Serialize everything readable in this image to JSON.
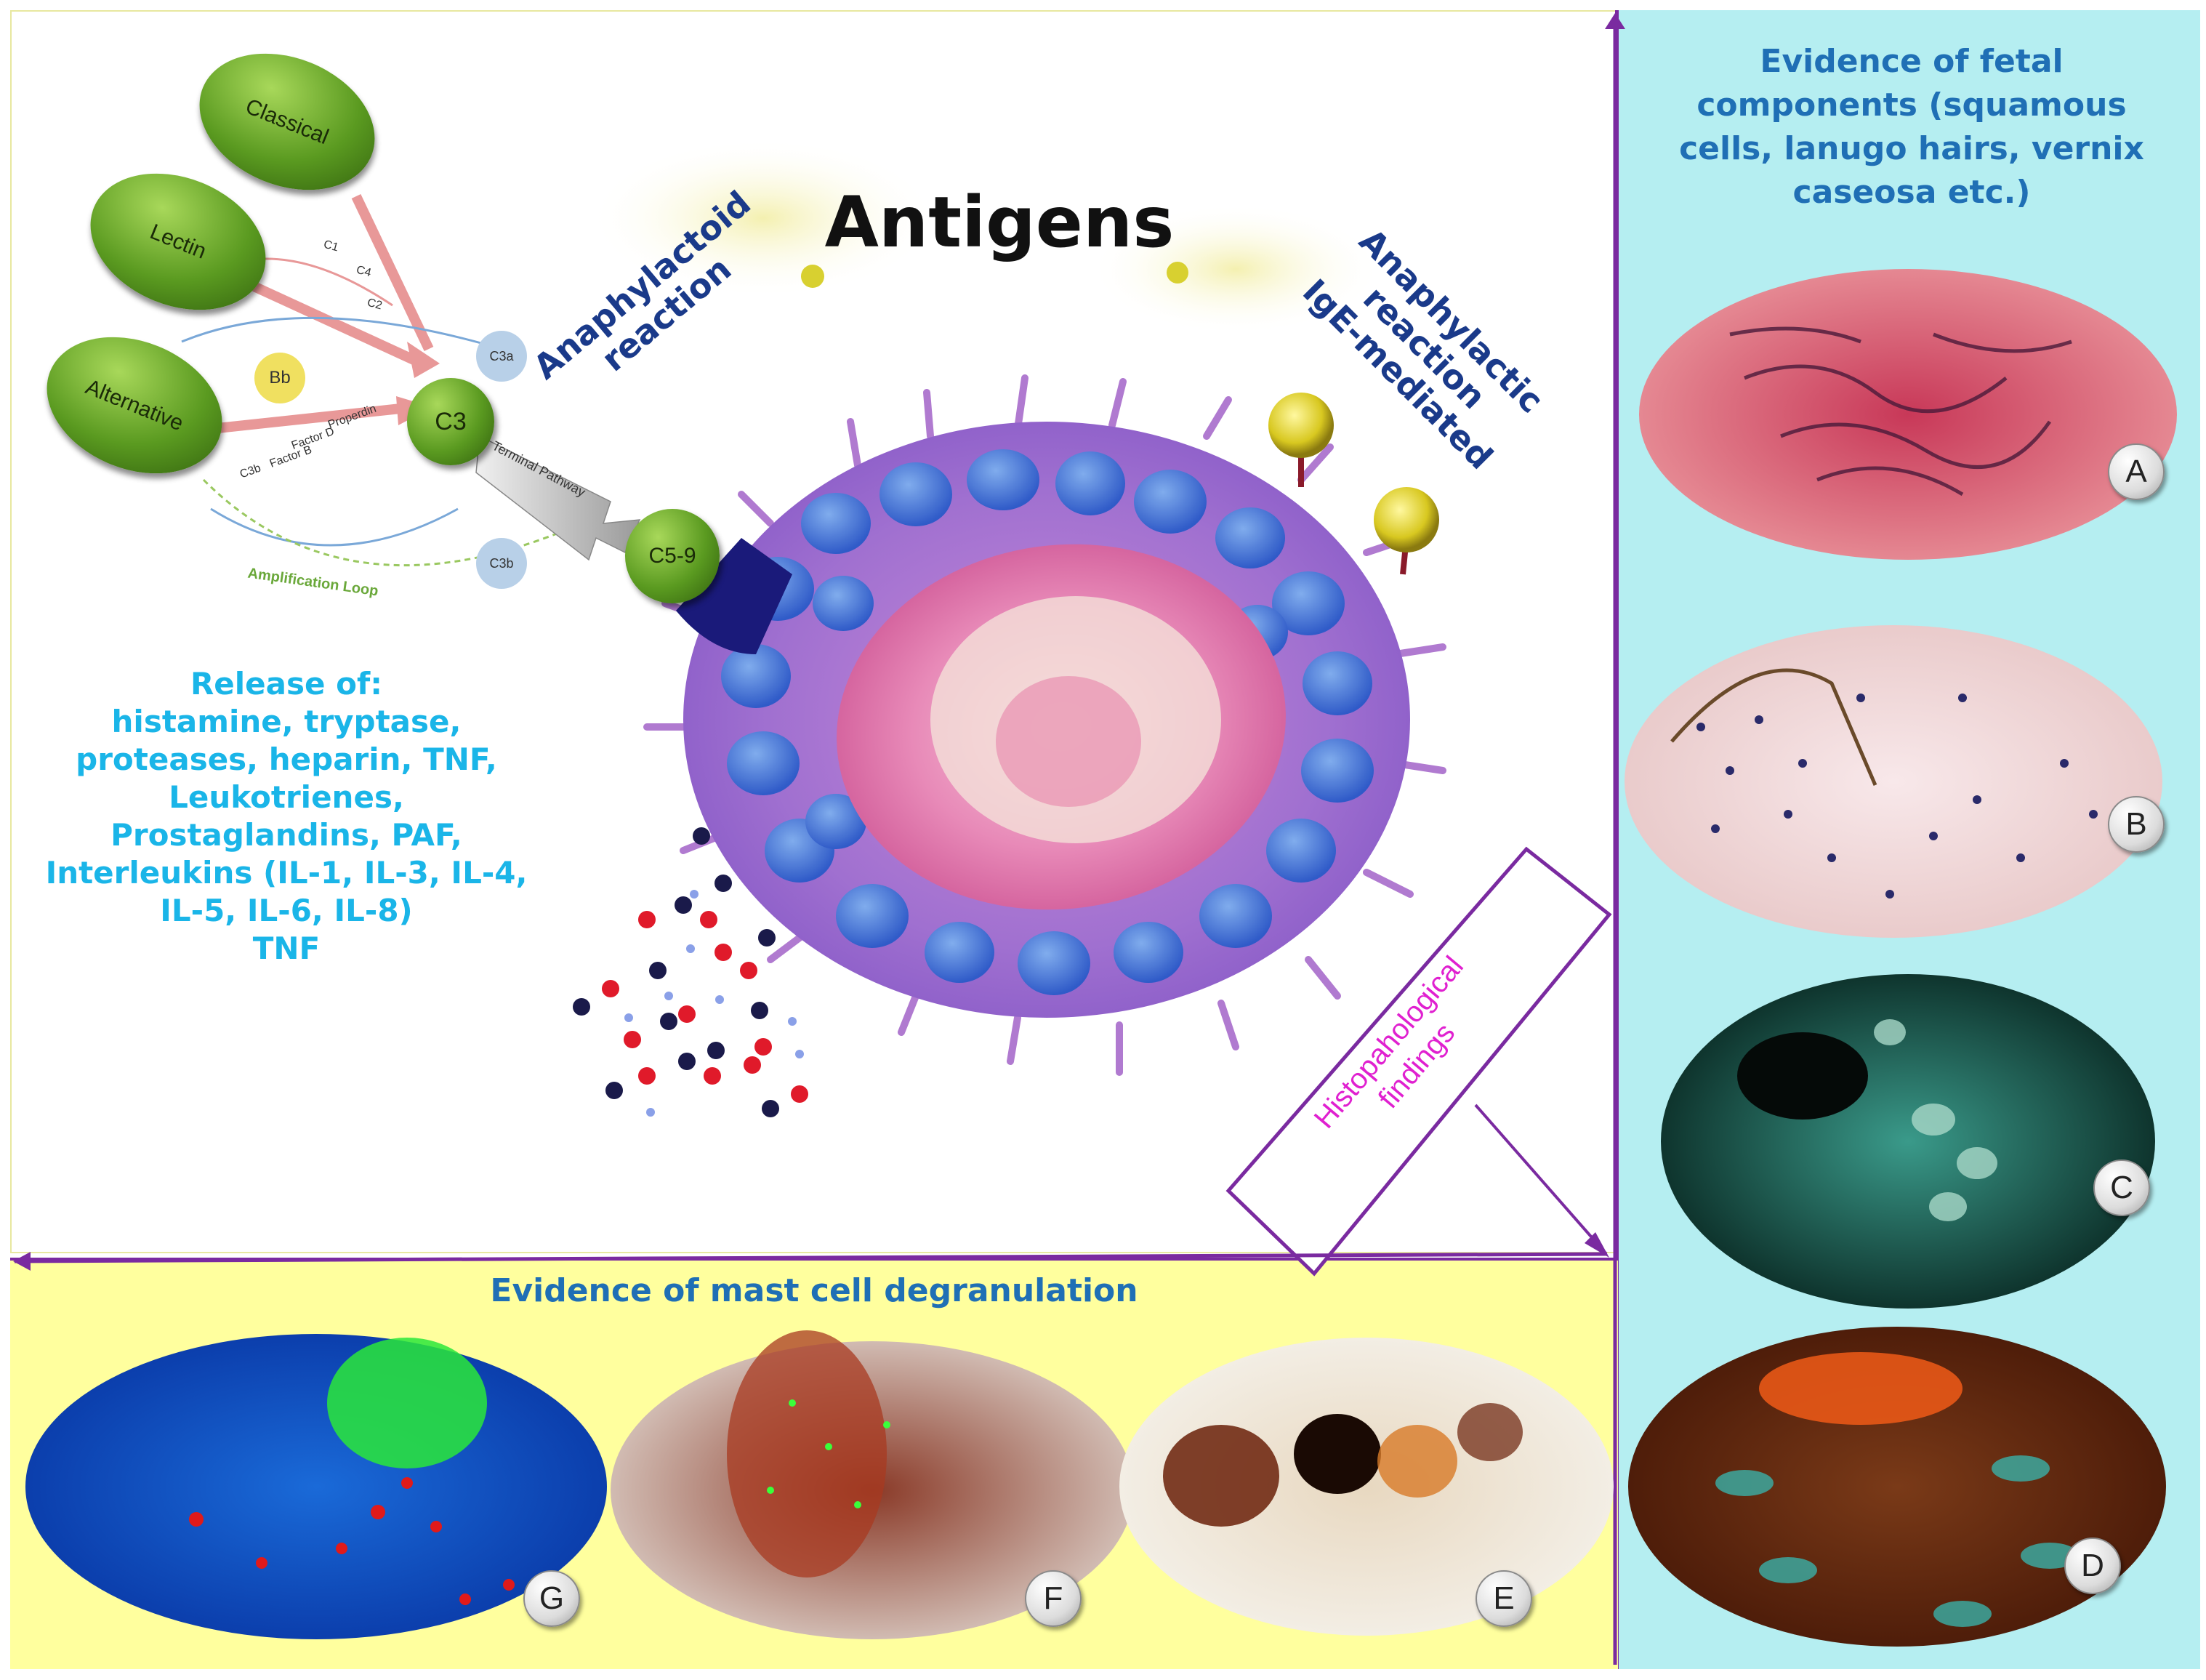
{
  "complement": {
    "classical": "Classical",
    "lectin": "Lectin",
    "alternative": "Alternative",
    "c1": "C1",
    "c4": "C4",
    "c2": "C2",
    "bb": "Bb",
    "c3": "C3",
    "c3a": "C3a",
    "c3b_node": "C3b",
    "c3b_small": "C3b",
    "factor_b": "Factor B",
    "factor_d": "Factor D",
    "properdin": "Properdin",
    "terminal_pathway": "Terminal Pathway",
    "c5_9": "C5-9",
    "amplification_loop": "Amplification Loop"
  },
  "antigens": "Antigens",
  "anaphylactoid": {
    "line1": "Anaphylactoid",
    "line2": "reaction"
  },
  "anaphylactic": {
    "line1": "Anaphylactic",
    "line2": "reaction",
    "line3": "IgE-mediated"
  },
  "release": {
    "lines": [
      "Release of:",
      "histamine, tryptase,",
      "proteases, heparin, TNF,",
      "Leukotrienes,",
      "Prostaglandins, PAF,",
      "Interleukins (IL-1, IL-3, IL-4,",
      "IL-5, IL-6, IL-8)",
      "TNF"
    ]
  },
  "histo": {
    "line1": "Histopahological",
    "line2": "findings"
  },
  "fetal": {
    "title_lines": [
      "Evidence of fetal",
      "components (squamous",
      "cells, lanugo hairs, vernix",
      "caseosa etc.)"
    ]
  },
  "degranulation_title": "Evidence of mast cell degranulation",
  "panels": {
    "a": "A",
    "b": "B",
    "c": "C",
    "d": "D",
    "e": "E",
    "f": "F",
    "g": "G"
  },
  "colors": {
    "purple_border": "#7a2aa0",
    "title_blue": "#1f6fb5",
    "release_cyan": "#1ab5e8",
    "histo_magenta": "#e020d0",
    "right_bg": "#b5eef1",
    "bottom_bg": "#ffff9e"
  }
}
